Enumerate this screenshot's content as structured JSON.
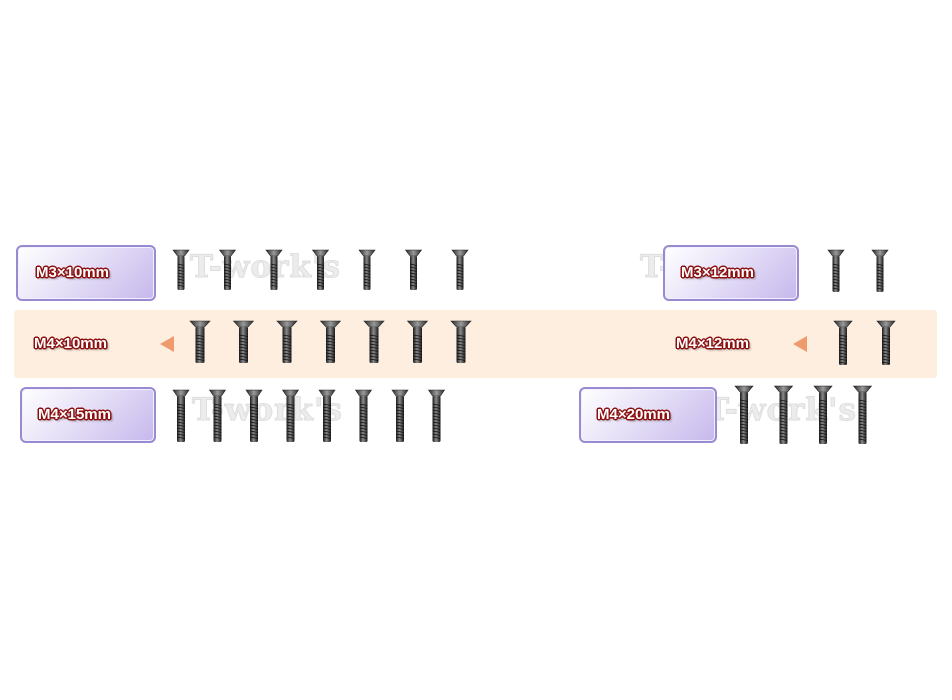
{
  "rows": [
    {
      "label": "M3×10mm",
      "count": 7
    },
    {
      "label": "M3×12mm",
      "count": 2
    },
    {
      "label": "M4×10mm",
      "count": 7
    },
    {
      "label": "M4×12mm",
      "count": 2
    },
    {
      "label": "M4×15mm",
      "count": 8
    },
    {
      "label": "M4×20mm",
      "count": 4
    }
  ],
  "watermark": "T-work's",
  "colors": {
    "label_border": "#9a8ad0",
    "label_fill": "#c6b8ec",
    "label_text": "#ffffff",
    "label_outline": "#8c1010",
    "highlight_band": "#fdeee0",
    "arrow": "#ef9a6a",
    "screw": "#3a3a3a"
  },
  "icons": {
    "arrow": "triangle-left-arrow-icon",
    "screw": "countersunk-screw-icon"
  }
}
